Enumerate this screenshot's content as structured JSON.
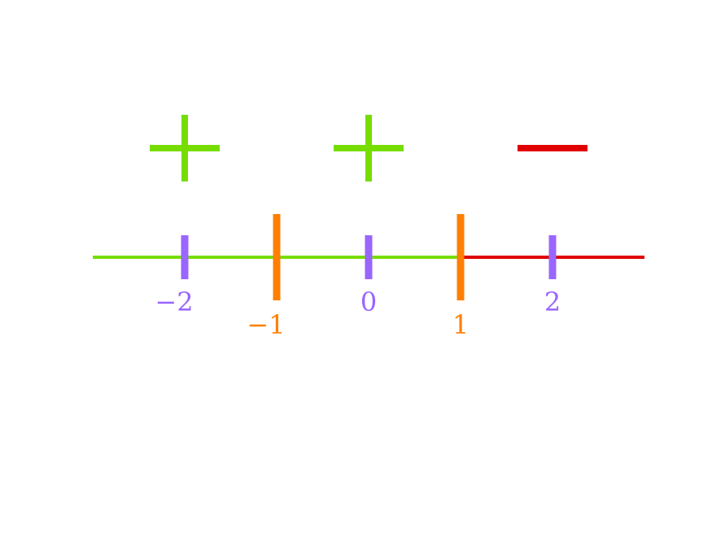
{
  "colors": {
    "positive": "#77dd00",
    "negative": "#e00000",
    "integer_tick": "#9966ff",
    "boundary": "#ff7f00"
  },
  "number_line": {
    "segments": [
      {
        "from": -3,
        "to": 1,
        "sign": "positive"
      },
      {
        "from": 1,
        "to": 3,
        "sign": "negative"
      }
    ],
    "integer_ticks": [
      {
        "value": -2,
        "label": "−2"
      },
      {
        "value": 0,
        "label": "0"
      },
      {
        "value": 2,
        "label": "2"
      }
    ],
    "boundary_ticks": [
      {
        "value": -1,
        "label": "−1"
      },
      {
        "value": 1,
        "label": "1"
      }
    ]
  },
  "sign_markers": [
    {
      "at": -2,
      "symbol": "plus"
    },
    {
      "at": 0,
      "symbol": "plus"
    },
    {
      "at": 2,
      "symbol": "minus"
    }
  ]
}
